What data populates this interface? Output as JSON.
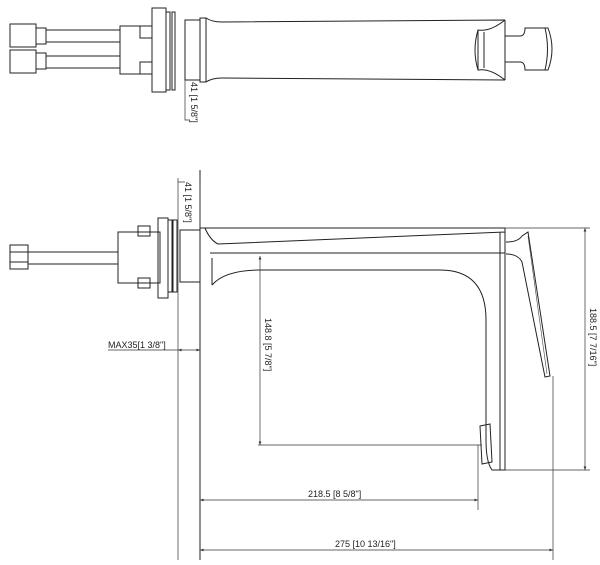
{
  "dimensions": {
    "top_view_width": "41 [1 5/8\"]",
    "side_view_width": "41 [1 5/8\"]",
    "max_thickness": "MAX35[1 3/8\"]",
    "spout_height": "148.8 [5 7/8\"]",
    "total_height": "188.5 [7 7/16\"]",
    "spout_reach": "218.5 [8 5/8\"]",
    "total_length": "275 [10 13/16\"]"
  },
  "colors": {
    "line": "#222222",
    "background": "#ffffff"
  }
}
